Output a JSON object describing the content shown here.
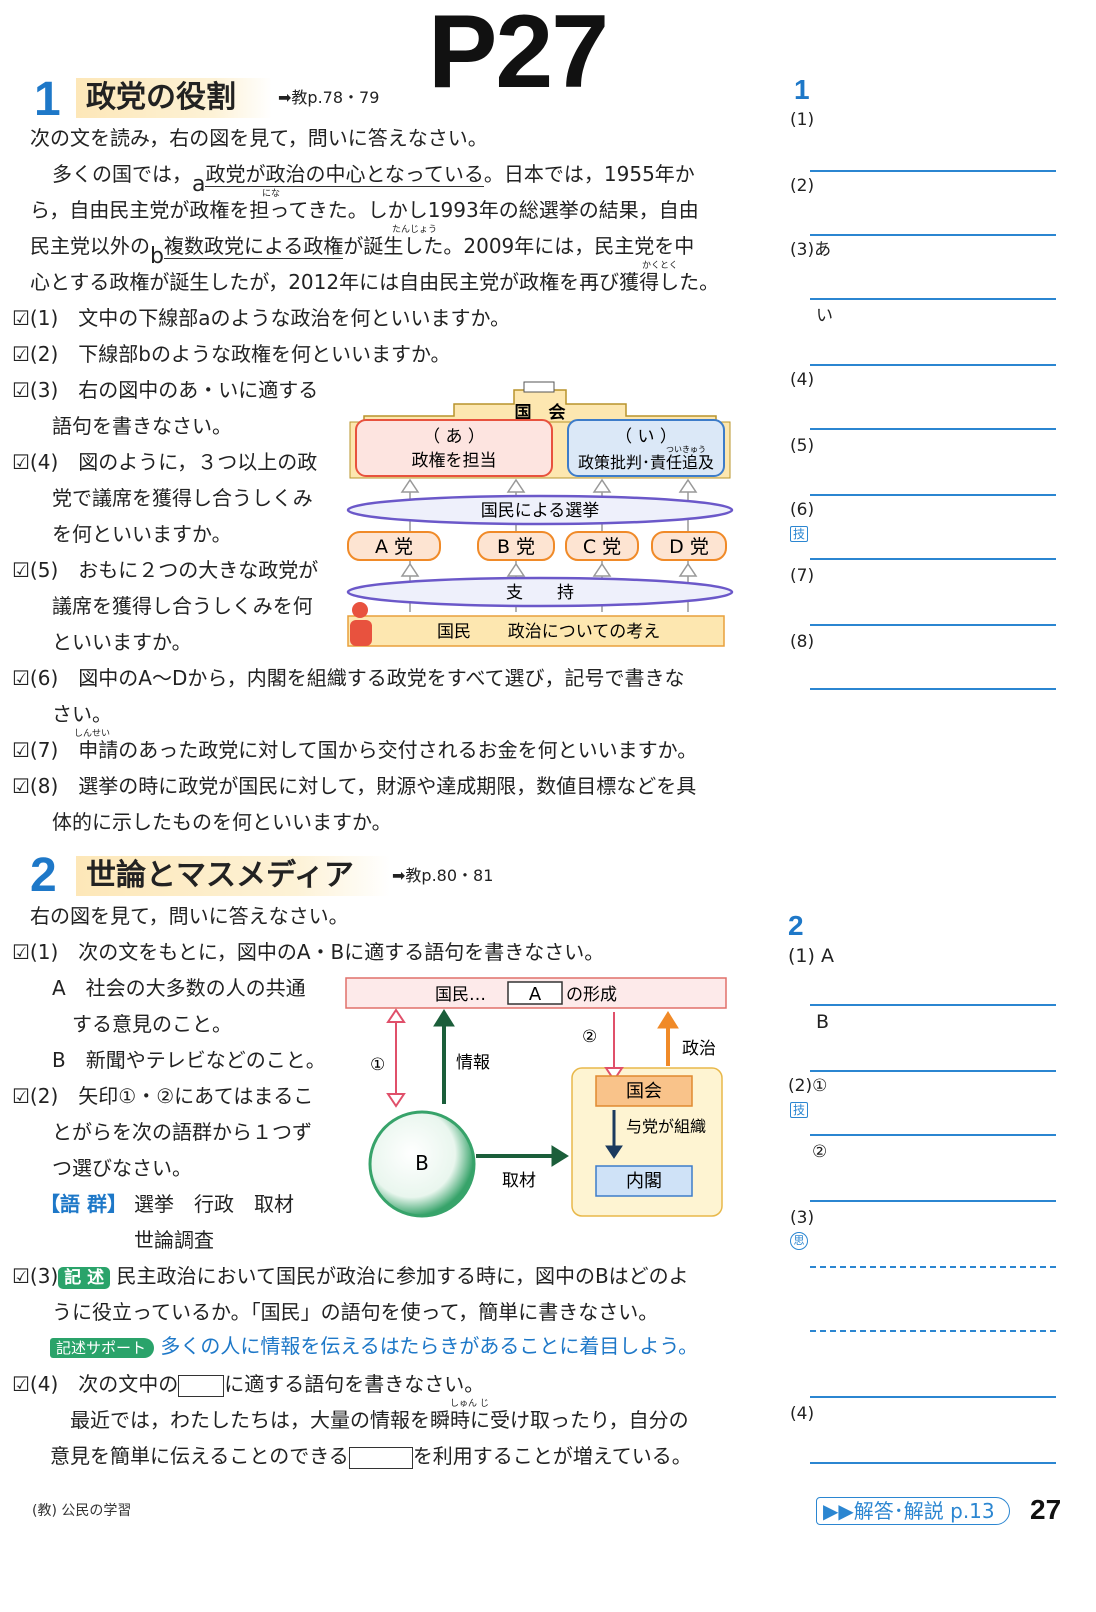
{
  "page_title": "P27",
  "section1": {
    "number": "1",
    "title": "政党の役割",
    "ref": "➡教p.78・79",
    "instruction": "次の文を読み，右の図を見て，問いに答えなさい。",
    "passage": {
      "l1_pre": "多くの国では，",
      "l1_a": "a",
      "l1_underline": "政党が政治の中心となっている",
      "l1_post": "。日本では，1955年か",
      "l2": "ら，自由民主党が政権を担ってきた。しかし1993年の総選挙の結果，自由",
      "l3_pre": "民主党以外の",
      "l3_b": "b",
      "l3_underline": "複数政党による政権",
      "l3_post": "が誕生した。2009年には，民主党を中",
      "l4": "心とする政権が誕生したが，2012年には自由民主党が政権を再び獲得した。",
      "ruby_ni": "にな",
      "ruby_tanjou": "たんじょう",
      "ruby_kakutoku": "かくとく"
    },
    "q1": "☑(1)　文中の下線部aのような政治を何といいますか。",
    "q2": "☑(2)　下線部bのような政権を何といいますか。",
    "q3_l1": "☑(3)　右の図中のあ・いに適する",
    "q3_l2": "語句を書きなさい。",
    "q4_l1": "☑(4)　図のように，３つ以上の政",
    "q4_l2": "党で議席を獲得し合うしくみ",
    "q4_l3": "を何といいますか。",
    "q5_l1": "☑(5)　おもに２つの大きな政党が",
    "q5_l2": "議席を獲得し合うしくみを何",
    "q5_l3": "といいますか。",
    "q6_l1": "☑(6)　図中のA～Dから，内閣を組織する政党をすべて選び，記号で書きな",
    "q6_l2": "さい。",
    "q7": "☑(7)　申請のあった政党に対して国から交付されるお金を何といいますか。",
    "ruby_shinsei": "しんせい",
    "q8_l1": "☑(8)　選挙の時に政党が国民に対して，財源や達成期限，数値目標などを具",
    "q8_l2": "体的に示したものを何といいますか。",
    "diagram": {
      "kokkai": "国　会",
      "box_a_label": "（ あ ）",
      "box_a_text": "政権を担当",
      "box_i_label": "（ い ）",
      "box_i_text": "政策批判･責任追及",
      "ruby_tsuikyuu": "ついきゅう",
      "election": "国民による選挙",
      "parties": [
        "A 党",
        "B 党",
        "C 党",
        "D 党"
      ],
      "support": "支　　持",
      "citizens_label": "国民",
      "citizens_text": "政治についての考え"
    }
  },
  "section2": {
    "number": "2",
    "title": "世論とマスメディア",
    "ref": "➡教p.80・81",
    "instruction": "右の図を見て，問いに答えなさい。",
    "q1": "☑(1)　次の文をもとに，図中のA・Bに適する語句を書きなさい。",
    "defA_l1": "A　社会の大多数の人の共通",
    "defA_l2": "する意見のこと。",
    "defB": "B　新聞やテレビなどのこと。",
    "q2_l1": "☑(2)　矢印①・②にあてはまるこ",
    "q2_l2": "とがらを次の語群から１つず",
    "q2_l3": "つ選びなさい。",
    "gogun_label": "【語 群】",
    "gogun_l1": "選挙　行政　取材",
    "gogun_l2": "世論調査",
    "q3_pre": "☑(3)",
    "q3_badge": "記 述",
    "q3_l1": "民主政治において国民が政治に参加する時に，図中のBはどのよ",
    "q3_l2": "うに役立っているか。「国民」の語句を使って，簡単に書きなさい。",
    "support_badge": "記述サポート",
    "support_text": "多くの人に情報を伝えるはたらきがあることに着目しよう。",
    "q4_pre": "☑(4)　次の文中の",
    "q4_post": "に適する語句を書きなさい。",
    "passage_l1": "最近では，わたしたちは，大量の情報を瞬時に受け取ったり，自分の",
    "ruby_shunji": "しゅん じ",
    "passage_l2_pre": "意見を簡単に伝えることのできる",
    "passage_l2_post": "を利用することが増えている。",
    "diagram": {
      "top_pre": "国民…",
      "top_box": "A",
      "top_post": "の形成",
      "arrow1": "①",
      "info": "情報",
      "arrow2": "②",
      "politics": "政治",
      "kokkai": "国会",
      "ruling": "与党が組織",
      "cabinet": "内閣",
      "b": "B",
      "coverage": "取材"
    }
  },
  "answers": {
    "s1_num": "1",
    "s1": [
      "(1)",
      "(2)",
      "(3)あ",
      "い",
      "(4)",
      "(5)",
      "(6)",
      "(7)",
      "(8)"
    ],
    "tag_gi": "技",
    "s2_num": "2",
    "s2_1a": "(1) A",
    "s2_1b": "B",
    "s2_2_1": "(2)①",
    "s2_2_2": "②",
    "s2_3": "(3)",
    "tag_shi": "思",
    "s2_4": "(4)"
  },
  "answer_ref": "▶▶解答･解説 p.13",
  "page_number": "27",
  "footer": "(教) 公民の学習",
  "colors": {
    "accent_blue": "#1e78c8",
    "green": "#2aa36a",
    "orange": "#f08a28",
    "dark_green": "#1b5e3a"
  }
}
